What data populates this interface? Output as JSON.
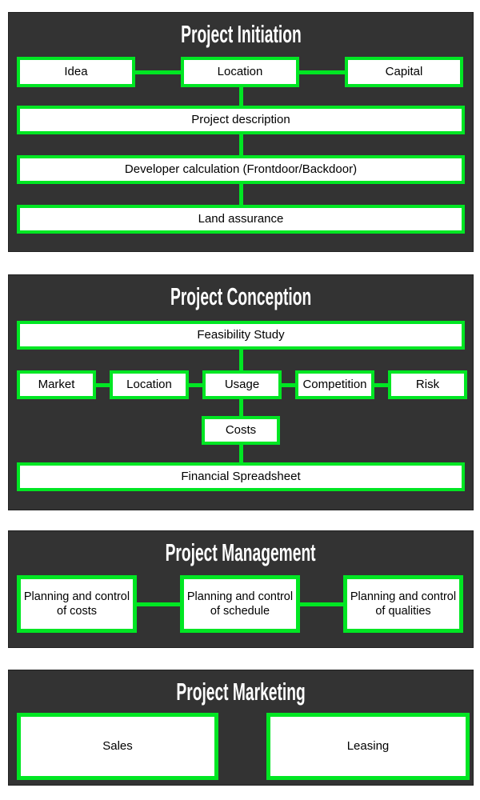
{
  "colors": {
    "accent_green": "#00e623",
    "panel_background": "#333333",
    "box_background": "#ffffff",
    "box_text": "#000000",
    "title_text": "#ffffff",
    "page_background": "#ffffff"
  },
  "sections": [
    {
      "title": "Project Initiation",
      "top_row": [
        "Idea",
        "Location",
        "Capital"
      ],
      "stacked": [
        "Project description",
        "Developer calculation (Frontdoor/Backdoor)",
        "Land assurance"
      ]
    },
    {
      "title": "Project Conception",
      "full_width_top": "Feasibility Study",
      "criteria_row": [
        "Market",
        "Location",
        "Usage",
        "Competition",
        "Risk"
      ],
      "sub_box": "Costs",
      "full_width_bottom": "Financial Spreadsheet"
    },
    {
      "title": "Project Management",
      "row": [
        "Planning and control of costs",
        "Planning and control of schedule",
        "Planning and control of qualities"
      ]
    },
    {
      "title": "Project Marketing",
      "row": [
        "Sales",
        "Leasing"
      ]
    }
  ]
}
